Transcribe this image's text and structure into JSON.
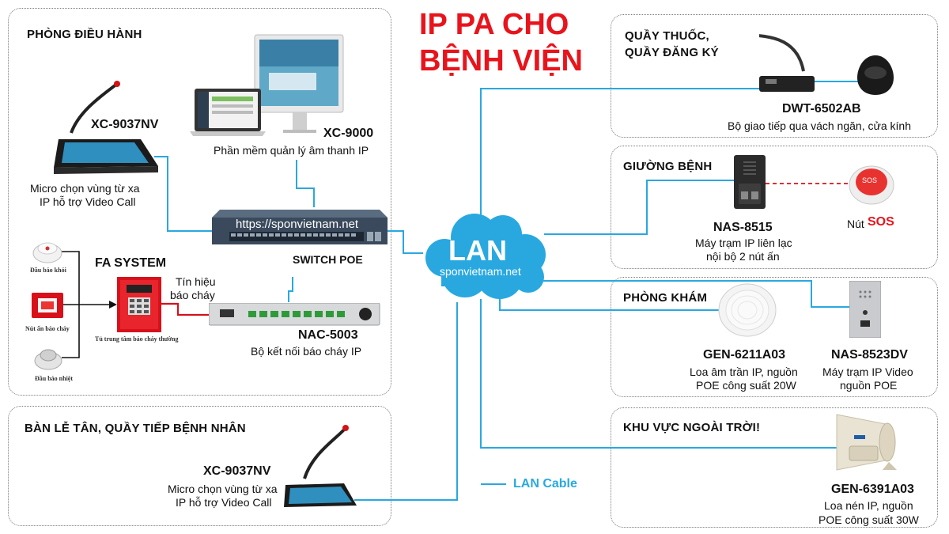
{
  "title": {
    "line1": "IP PA CHO",
    "line2": "BỆNH VIỆN"
  },
  "colors": {
    "title_red": "#e8141c",
    "lan_blue": "#29a8e0",
    "cable_blue": "#29a8e0",
    "fire_red": "#d8101a"
  },
  "lan": {
    "label": "LAN",
    "sublabel": "sponvietnam.net"
  },
  "legend": {
    "label": "LAN Cable"
  },
  "control_room": {
    "title": "PHÒNG ĐIỀU HÀNH",
    "mic": {
      "model": "XC-9037NV",
      "desc1": "Micro chọn vùng từ xa",
      "desc2": "IP hỗ trợ Video Call"
    },
    "software": {
      "model": "XC-9000",
      "desc": "Phần mềm quản lý âm thanh IP"
    },
    "switch": {
      "url": "https://sponvietnam.net",
      "label": "SWITCH POE"
    },
    "fa": {
      "title": "FA SYSTEM",
      "signal1": "Tín hiệu",
      "signal2": "báo cháy",
      "smoke": "Đầu báo khói",
      "button": "Nút ấn báo cháy",
      "heat": "Đầu báo nhiệt",
      "panel": "Tủ trung tâm báo cháy thường"
    },
    "nac": {
      "model": "NAC-5003",
      "desc": "Bộ kết nối báo cháy IP"
    }
  },
  "reception": {
    "title": "BÀN LỄ TÂN, QUẦY TIẾP BỆNH NHÂN",
    "mic": {
      "model": "XC-9037NV",
      "desc1": "Micro chọn vùng từ xa",
      "desc2": "IP hỗ trợ Video Call"
    }
  },
  "pharmacy": {
    "title1": "QUẦY THUỐC,",
    "title2": "QUẦY ĐĂNG KÝ",
    "device": {
      "model": "DWT-6502AB",
      "desc": "Bộ giao tiếp qua vách ngăn, cửa kính"
    }
  },
  "ward": {
    "title": "GIƯỜNG BỆNH",
    "sos_icon": "SOS",
    "station": {
      "model": "NAS-8515",
      "desc1": "Máy trạm IP liên lạc",
      "desc2": "nội bộ 2 nút ấn"
    },
    "sos": {
      "prefix": "Nút",
      "label": "SOS"
    }
  },
  "clinic": {
    "title": "PHÒNG KHÁM",
    "speaker": {
      "model": "GEN-6211A03",
      "desc1": "Loa âm trần IP, nguồn",
      "desc2": "POE công suất 20W"
    },
    "station": {
      "model": "NAS-8523DV",
      "desc1": "Máy trạm IP Video",
      "desc2": "nguồn POE"
    }
  },
  "outdoor": {
    "title": "KHU VỰC NGOÀI TRỜI!",
    "horn": {
      "model": "GEN-6391A03",
      "desc1": "Loa nén IP, nguồn",
      "desc2": "POE công suất 30W"
    }
  }
}
